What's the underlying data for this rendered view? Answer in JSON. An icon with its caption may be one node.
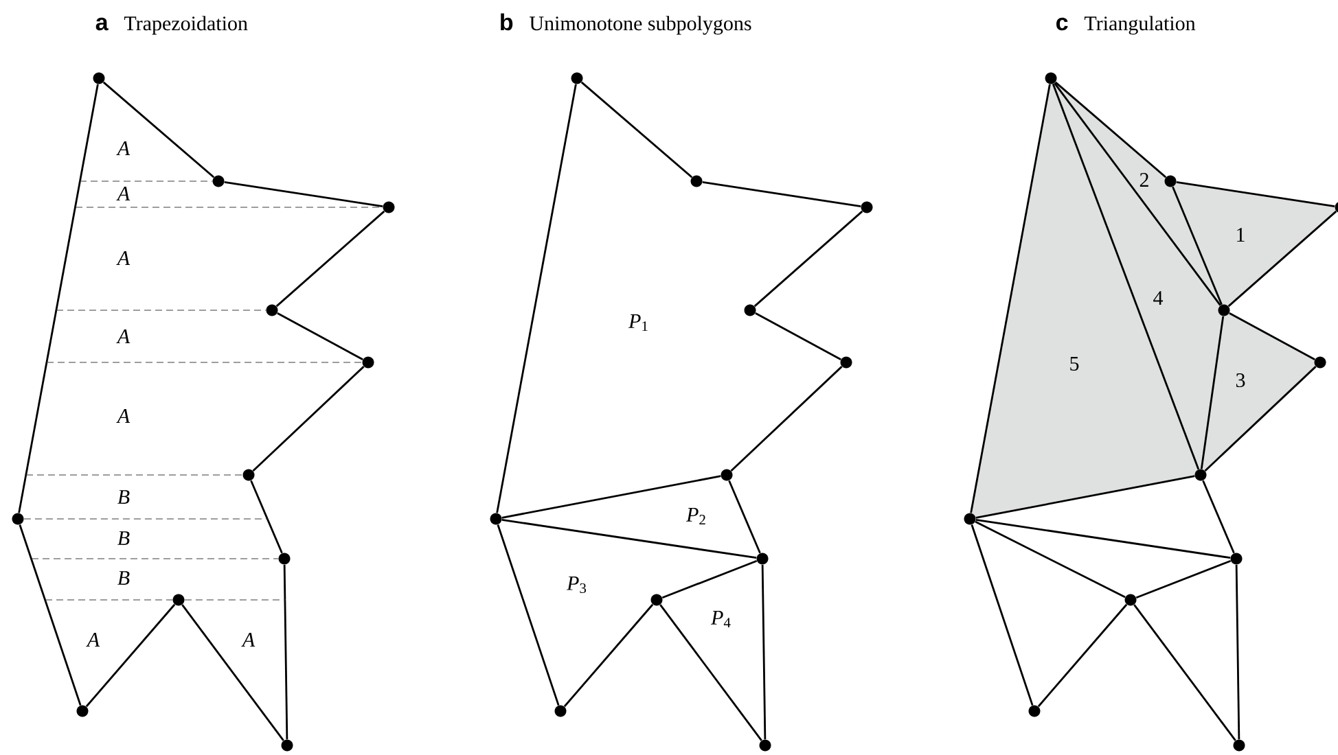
{
  "diagram": {
    "nodes": [
      {
        "text": [],
        "shape": "circle"
      },
      {
        "text": [],
        "shape": "circle"
      },
      {
        "text": [],
        "shape": "circle"
      },
      {
        "text": [],
        "shape": "circle"
      },
      {
        "text": [],
        "shape": "circle"
      },
      {
        "text": [],
        "shape": "circle"
      },
      {
        "text": [],
        "shape": "circle"
      },
      {
        "text": [],
        "shape": "circle"
      },
      {
        "text": [],
        "shape": "circle"
      },
      {
        "text": [],
        "shape": "circle"
      },
      {
        "text": [],
        "shape": "circle"
      },
      {
        "text": [],
        "shape": "circle"
      },
      {
        "text": [],
        "shape": "circle"
      },
      {
        "text": [],
        "shape": "circle"
      },
      {
        "text": [],
        "shape": "circle"
      },
      {
        "text": [],
        "shape": "circle"
      },
      {
        "text": [],
        "shape": "circle"
      },
      {
        "text": [],
        "shape": "circle"
      },
      {
        "text": [],
        "shape": "circle"
      },
      {
        "text": [],
        "shape": "circle"
      },
      {
        "text": [],
        "shape": "circle"
      },
      {
        "text": [],
        "shape": "circle"
      },
      {
        "text": [],
        "shape": "circle"
      },
      {
        "text": [],
        "shape": "circle"
      },
      {
        "text": [],
        "shape": "circle"
      },
      {
        "text": [],
        "shape": "circle"
      },
      {
        "text": [],
        "shape": "circle"
      },
      {
        "text": [],
        "shape": "circle"
      },
      {
        "text": [],
        "shape": "circle"
      },
      {
        "text": [],
        "shape": "circle"
      },
      {
        "text": [],
        "shape": "circle"
      },
      {
        "text": [],
        "shape": "circle"
      },
      {
        "text": [],
        "shape": "circle"
      }
    ],
    "edges": [
      {
        "from": 0,
        "to": 1,
        "arrow": "none"
      },
      {
        "from": 1,
        "to": 2,
        "arrow": "none"
      },
      {
        "from": 2,
        "to": 3,
        "arrow": "none"
      },
      {
        "from": 3,
        "to": 4,
        "arrow": "none"
      },
      {
        "from": 4,
        "to": 5,
        "arrow": "none"
      },
      {
        "from": 5,
        "to": 6,
        "arrow": "none"
      },
      {
        "from": 6,
        "to": 7,
        "arrow": "none"
      },
      {
        "from": 7,
        "to": 8,
        "arrow": "none"
      },
      {
        "from": 8,
        "to": 9,
        "arrow": "none"
      },
      {
        "from": 9,
        "to": 10,
        "arrow": "none"
      },
      {
        "from": 10,
        "to": 0,
        "arrow": "none"
      },
      {
        "from": 11,
        "to": 12,
        "arrow": "none"
      },
      {
        "from": 12,
        "to": 13,
        "arrow": "none"
      },
      {
        "from": 13,
        "to": 14,
        "arrow": "none"
      },
      {
        "from": 14,
        "to": 15,
        "arrow": "none"
      },
      {
        "from": 15,
        "to": 16,
        "arrow": "none"
      },
      {
        "from": 16,
        "to": 17,
        "arrow": "none"
      },
      {
        "from": 17,
        "to": 18,
        "arrow": "none"
      },
      {
        "from": 18,
        "to": 19,
        "arrow": "none"
      },
      {
        "from": 19,
        "to": 20,
        "arrow": "none"
      },
      {
        "from": 20,
        "to": 21,
        "arrow": "none"
      },
      {
        "from": 21,
        "to": 11,
        "arrow": "none"
      },
      {
        "from": 21,
        "to": 16,
        "arrow": "none"
      },
      {
        "from": 21,
        "to": 17,
        "arrow": "none"
      },
      {
        "from": 19,
        "to": 17,
        "arrow": "none"
      },
      {
        "from": 22,
        "to": 23,
        "arrow": "none"
      },
      {
        "from": 23,
        "to": 24,
        "arrow": "none"
      },
      {
        "from": 24,
        "to": 25,
        "arrow": "none"
      },
      {
        "from": 25,
        "to": 26,
        "arrow": "none"
      },
      {
        "from": 26,
        "to": 27,
        "arrow": "none"
      },
      {
        "from": 27,
        "to": 28,
        "arrow": "none"
      },
      {
        "from": 28,
        "to": 29,
        "arrow": "none"
      },
      {
        "from": 29,
        "to": 30,
        "arrow": "none"
      },
      {
        "from": 30,
        "to": 31,
        "arrow": "none"
      },
      {
        "from": 31,
        "to": 32,
        "arrow": "none"
      },
      {
        "from": 32,
        "to": 22,
        "arrow": "none"
      },
      {
        "from": 22,
        "to": 25,
        "arrow": "none"
      },
      {
        "from": 23,
        "to": 25,
        "arrow": "none"
      },
      {
        "from": 22,
        "to": 27,
        "arrow": "none"
      },
      {
        "from": 25,
        "to": 27,
        "arrow": "none"
      },
      {
        "from": 32,
        "to": 27,
        "arrow": "none"
      },
      {
        "from": 32,
        "to": 28,
        "arrow": "none"
      },
      {
        "from": 32,
        "to": 30,
        "arrow": "none"
      },
      {
        "from": 30,
        "to": 28,
        "arrow": "none"
      },
      {
        "from": null,
        "to": 1,
        "arrow": "none",
        "style": "dashed"
      },
      {
        "from": null,
        "to": 2,
        "arrow": "none",
        "style": "dashed"
      },
      {
        "from": null,
        "to": 3,
        "arrow": "none",
        "style": "dashed"
      },
      {
        "from": null,
        "to": 4,
        "arrow": "none",
        "style": "dashed"
      },
      {
        "from": null,
        "to": 5,
        "arrow": "none",
        "style": "dashed"
      },
      {
        "from": 10,
        "to": null,
        "arrow": "none",
        "style": "dashed"
      },
      {
        "from": null,
        "to": 6,
        "arrow": "none",
        "style": "dashed"
      },
      {
        "from": null,
        "to": 8,
        "arrow": "none",
        "style": "dashed"
      },
      {
        "from": 8,
        "to": null,
        "arrow": "none",
        "style": "dashed"
      }
    ],
    "labels": [
      "a",
      "Trapezoidation",
      "b",
      "Unimonotone subpolygons",
      "c",
      "Triangulation",
      "A",
      "A",
      "A",
      "A",
      "A",
      "B",
      "B",
      "B",
      "A",
      "A",
      "*P*$_{1}$",
      "*P*$_{2}$",
      "*P*$_{3}$",
      "*P*$_{4}$",
      "2",
      "1",
      "4",
      "5",
      "3"
    ]
  }
}
